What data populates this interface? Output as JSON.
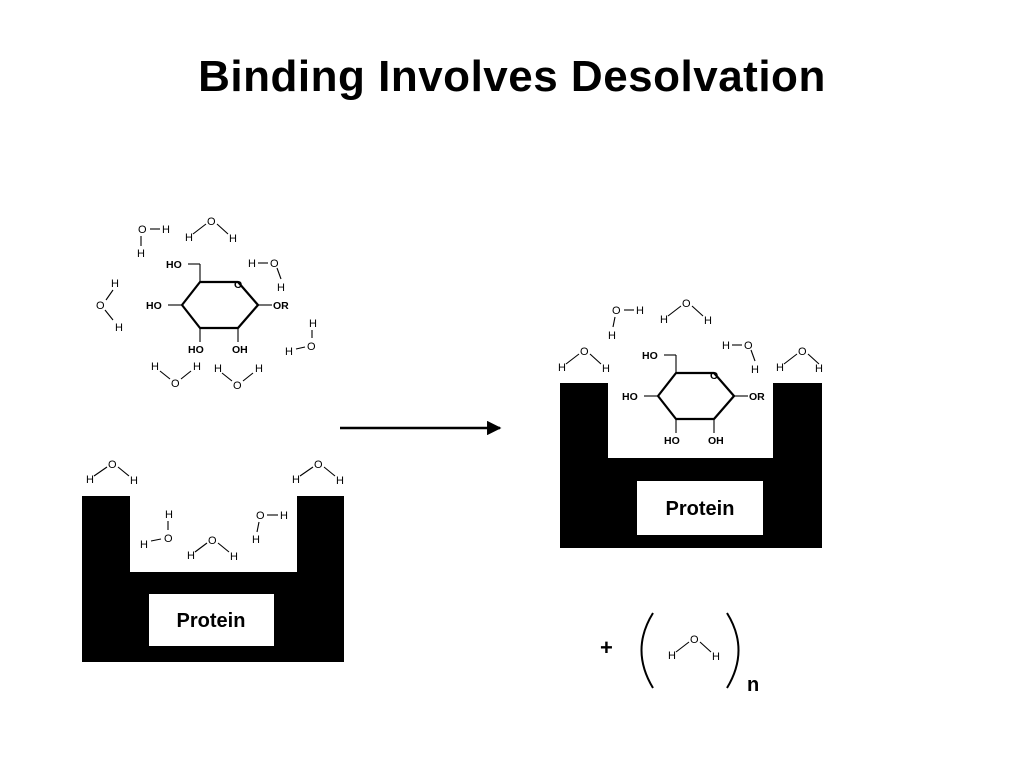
{
  "title": "Binding Involves Desolvation",
  "labels": {
    "protein_left": "Protein",
    "protein_right": "Protein",
    "plus": "+",
    "subscript": "n"
  },
  "atoms": {
    "oxygen": "O",
    "hydrogen": "H"
  },
  "sugar": {
    "ho_top": "HO",
    "ho_left": "HO",
    "ho_bottom": "HO",
    "oh_bottom": "OH",
    "ring_oxygen": "O",
    "or_group": "OR"
  },
  "colors": {
    "ink": "#000000",
    "background": "#ffffff"
  }
}
